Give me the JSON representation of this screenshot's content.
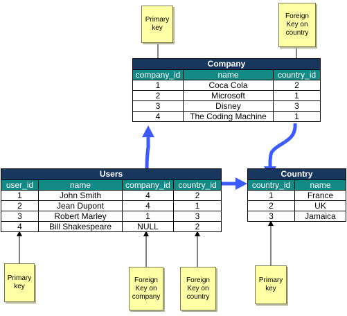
{
  "company": {
    "title": "Company",
    "columns": [
      "company_id",
      "name",
      "country_id"
    ],
    "rows": [
      [
        "1",
        "Coca Cola",
        "2"
      ],
      [
        "2",
        "Microsoft",
        "1"
      ],
      [
        "3",
        "Disney",
        "3"
      ],
      [
        "4",
        "The Coding Machine",
        "1"
      ]
    ]
  },
  "users": {
    "title": "Users",
    "columns": [
      "user_id",
      "name",
      "company_id",
      "country_id"
    ],
    "rows": [
      [
        "1",
        "John Smith",
        "4",
        "2"
      ],
      [
        "2",
        "Jean Dupont",
        "4",
        "1"
      ],
      [
        "3",
        "Robert Marley",
        "1",
        "3"
      ],
      [
        "4",
        "Bill Shakespeare",
        "NULL",
        "2"
      ]
    ]
  },
  "country": {
    "title": "Country",
    "columns": [
      "country_id",
      "name"
    ],
    "rows": [
      [
        "1",
        "France"
      ],
      [
        "2",
        "UK"
      ],
      [
        "3",
        "Jamaica"
      ]
    ]
  },
  "notes": {
    "company_primary_key": "Primary key",
    "company_foreign_key": "Foreign Key on country",
    "users_primary_key": "Primary key",
    "users_foreign_key_company": "Foreign Key on company",
    "users_foreign_key_country": "Foreign Key on country",
    "country_primary_key": "Primary key"
  },
  "colors": {
    "title_bar": "#17375e",
    "header_row": "#138a86",
    "note_fill": "#ffffa6",
    "relation_arrow": "#3b5bff"
  }
}
